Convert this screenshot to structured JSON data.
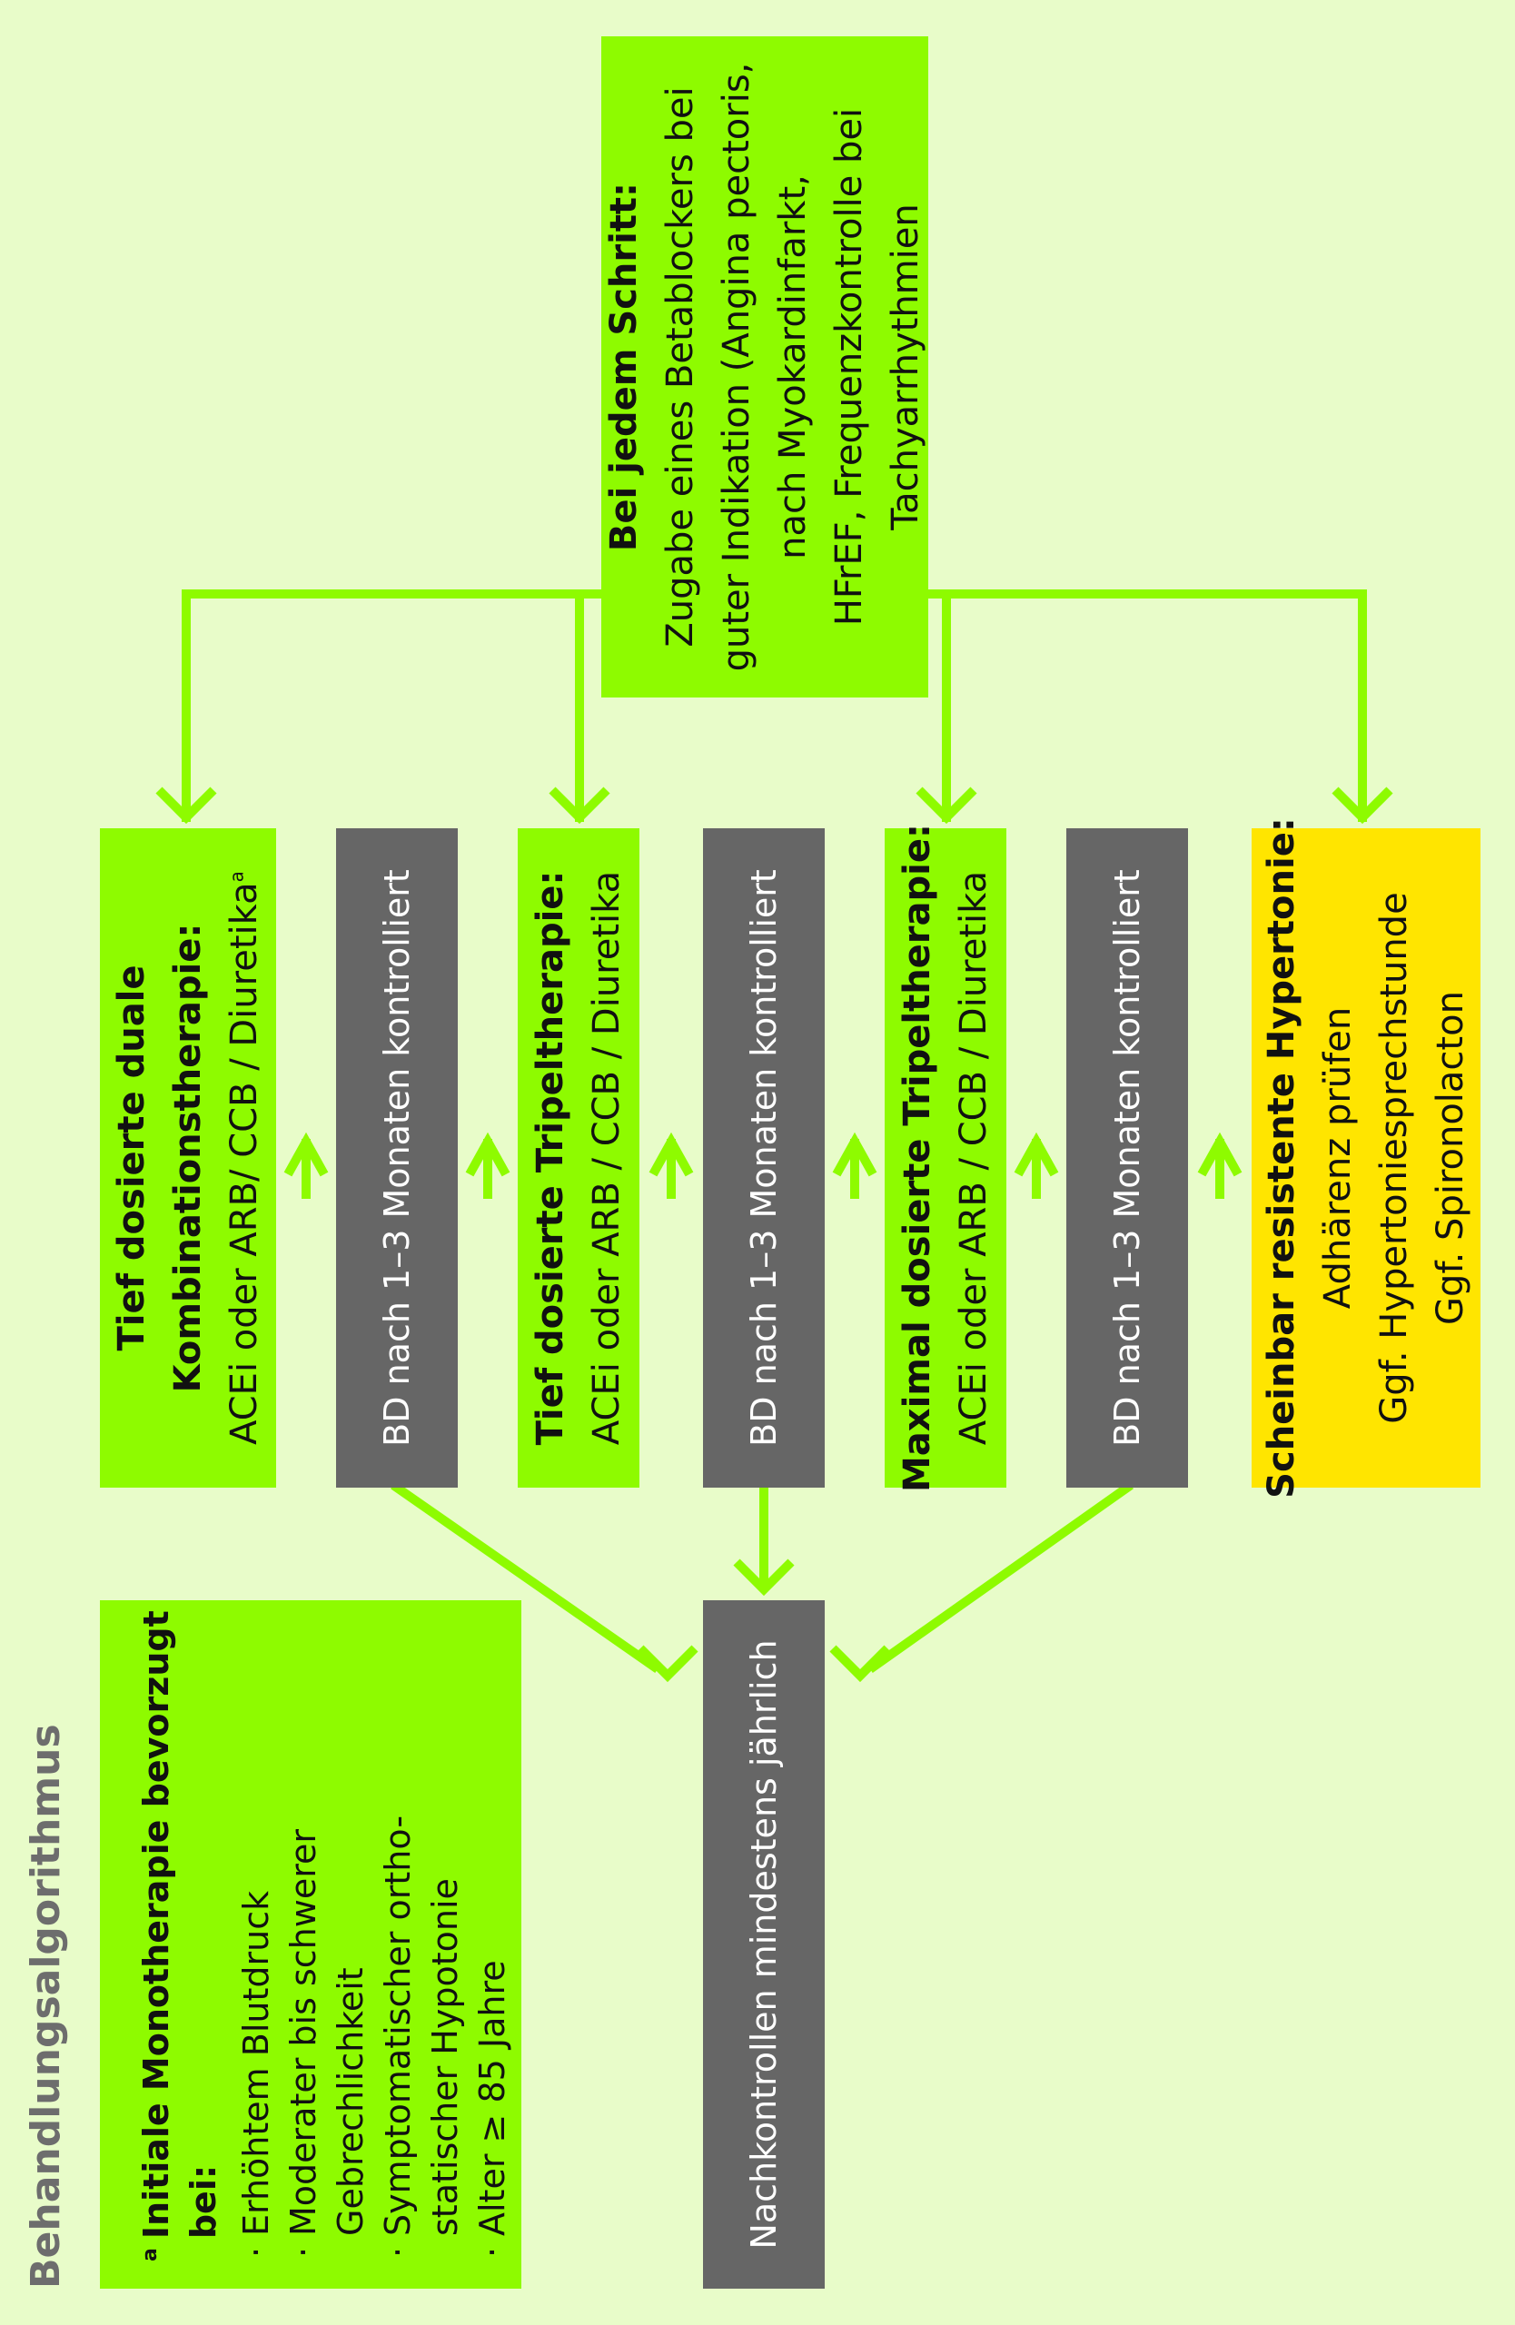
{
  "title": "Behandlungsalgorithmus",
  "colors": {
    "background": "#e8fcc9",
    "accent_green": "#8efb00",
    "gray": "#666666",
    "yellow": "#ffe500",
    "title_text": "#6d6d6d"
  },
  "top_note": {
    "heading": "Bei jedem Schritt:",
    "lines": [
      "Zugabe eines Betablockers bei",
      "guter Indikation (Angina pectoris,",
      "nach Myokardinfarkt,",
      "HFrEF, Frequenzkontrolle bei",
      "Tachyarrhythmien"
    ]
  },
  "steps": [
    {
      "heading_lines": [
        "Tief dosierte duale",
        "Kombinationstherapie:"
      ],
      "body": "ACEi oder ARB/ CCB / Diuretika",
      "footnote_marker": "a"
    },
    {
      "check": "BD nach 1–3 Monaten kontrolliert"
    },
    {
      "heading_lines": [
        "Tief dosierte Tripeltherapie:"
      ],
      "body": "ACEi oder ARB / CCB / Diuretika"
    },
    {
      "check": "BD nach 1–3 Monaten kontrolliert"
    },
    {
      "heading_lines": [
        "Maximal dosierte Tripeltherapie:"
      ],
      "body": "ACEi oder ARB / CCB / Diuretika"
    },
    {
      "check": "BD nach 1–3 Monaten kontrolliert"
    },
    {
      "heading_lines": [
        "Scheinbar resistente Hypertonie:"
      ],
      "body_lines": [
        "Adhärenz prüfen",
        "Ggf. Hypertoniesprechstunde",
        "Ggf. Spironolacton"
      ]
    }
  ],
  "followup": "Nachkontrollen mindestens jährlich",
  "footnote": {
    "marker": "a",
    "heading_lines": [
      "Initiale Monotherapie bevorzugt",
      "bei:"
    ],
    "bullet": "·",
    "items": [
      [
        "Erhöhtem Blutdruck"
      ],
      [
        "Moderater bis schwerer",
        "Gebrechlichkeit"
      ],
      [
        "Symptomatischer ortho-",
        "statischer Hypotonie"
      ],
      [
        "Alter ≥ 85 Jahre"
      ]
    ]
  }
}
